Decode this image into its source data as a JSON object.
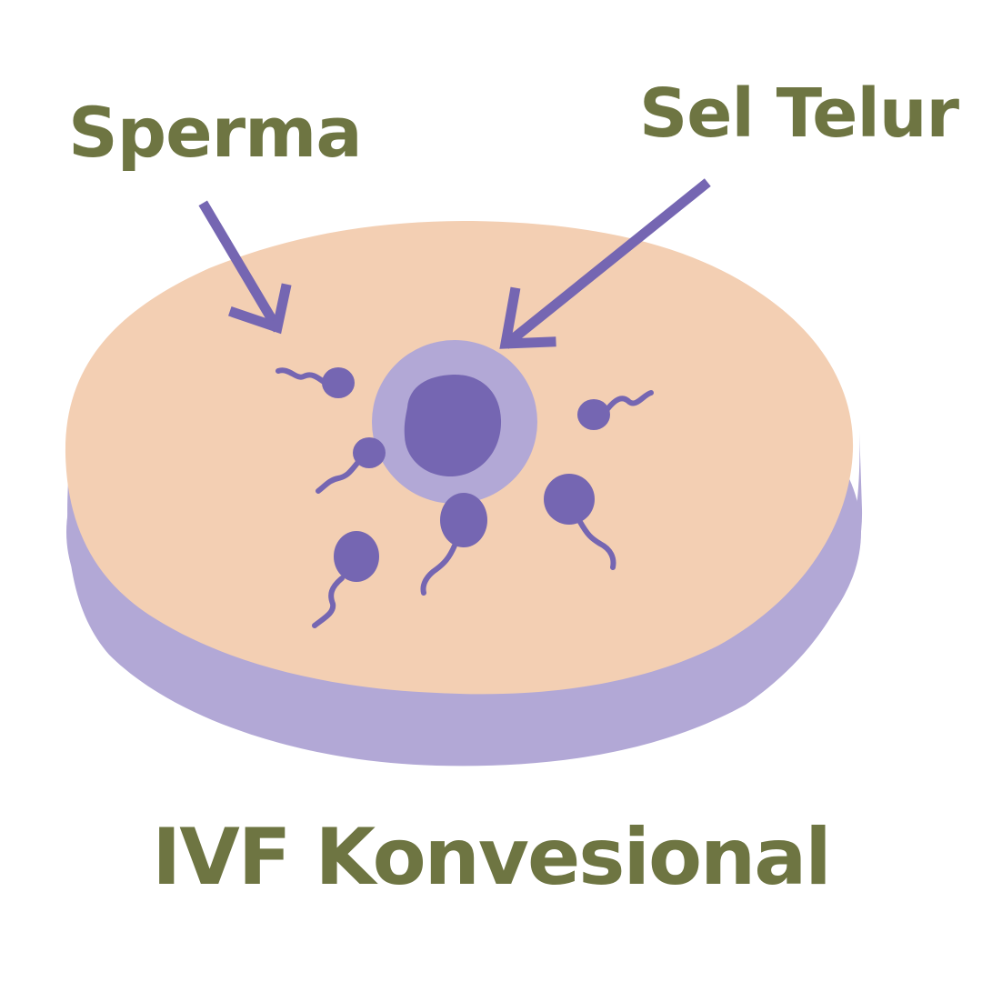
{
  "labels": {
    "sperma": "Sperma",
    "sel_telur": "Sel Telur",
    "title": "IVF Konvesional"
  },
  "colors": {
    "text": "#6e7542",
    "dish_top": "#f3cfb3",
    "dish_side": "#b2a8d6",
    "cell_dark": "#7566b2",
    "cell_light": "#b2a8d6"
  },
  "icons": {
    "petri_dish": "petri-dish-icon",
    "egg_cell": "egg-cell-icon",
    "sperm_cell": "sperm-icon",
    "arrow": "arrow-icon"
  }
}
